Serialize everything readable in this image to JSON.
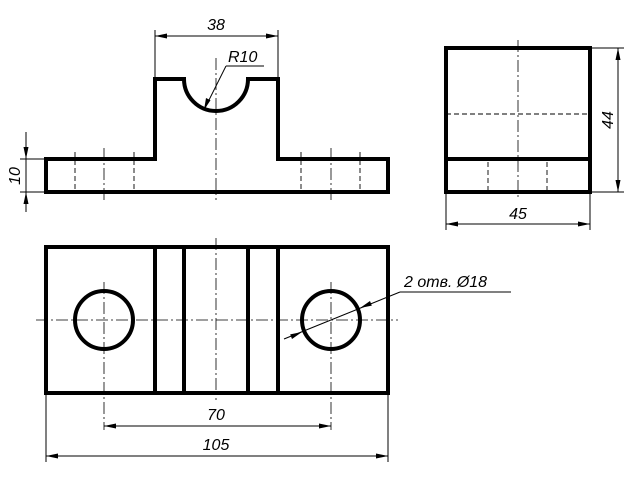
{
  "drawing": {
    "dimensions": {
      "top_slot_width": "38",
      "arc_radius": "R10",
      "base_height": "10",
      "side_height": "44",
      "side_width": "45",
      "hole_note": "2 отв. Ø18",
      "hole_spacing": "70",
      "overall_length": "105"
    },
    "colors": {
      "line": "#000000",
      "background": "#ffffff"
    }
  }
}
